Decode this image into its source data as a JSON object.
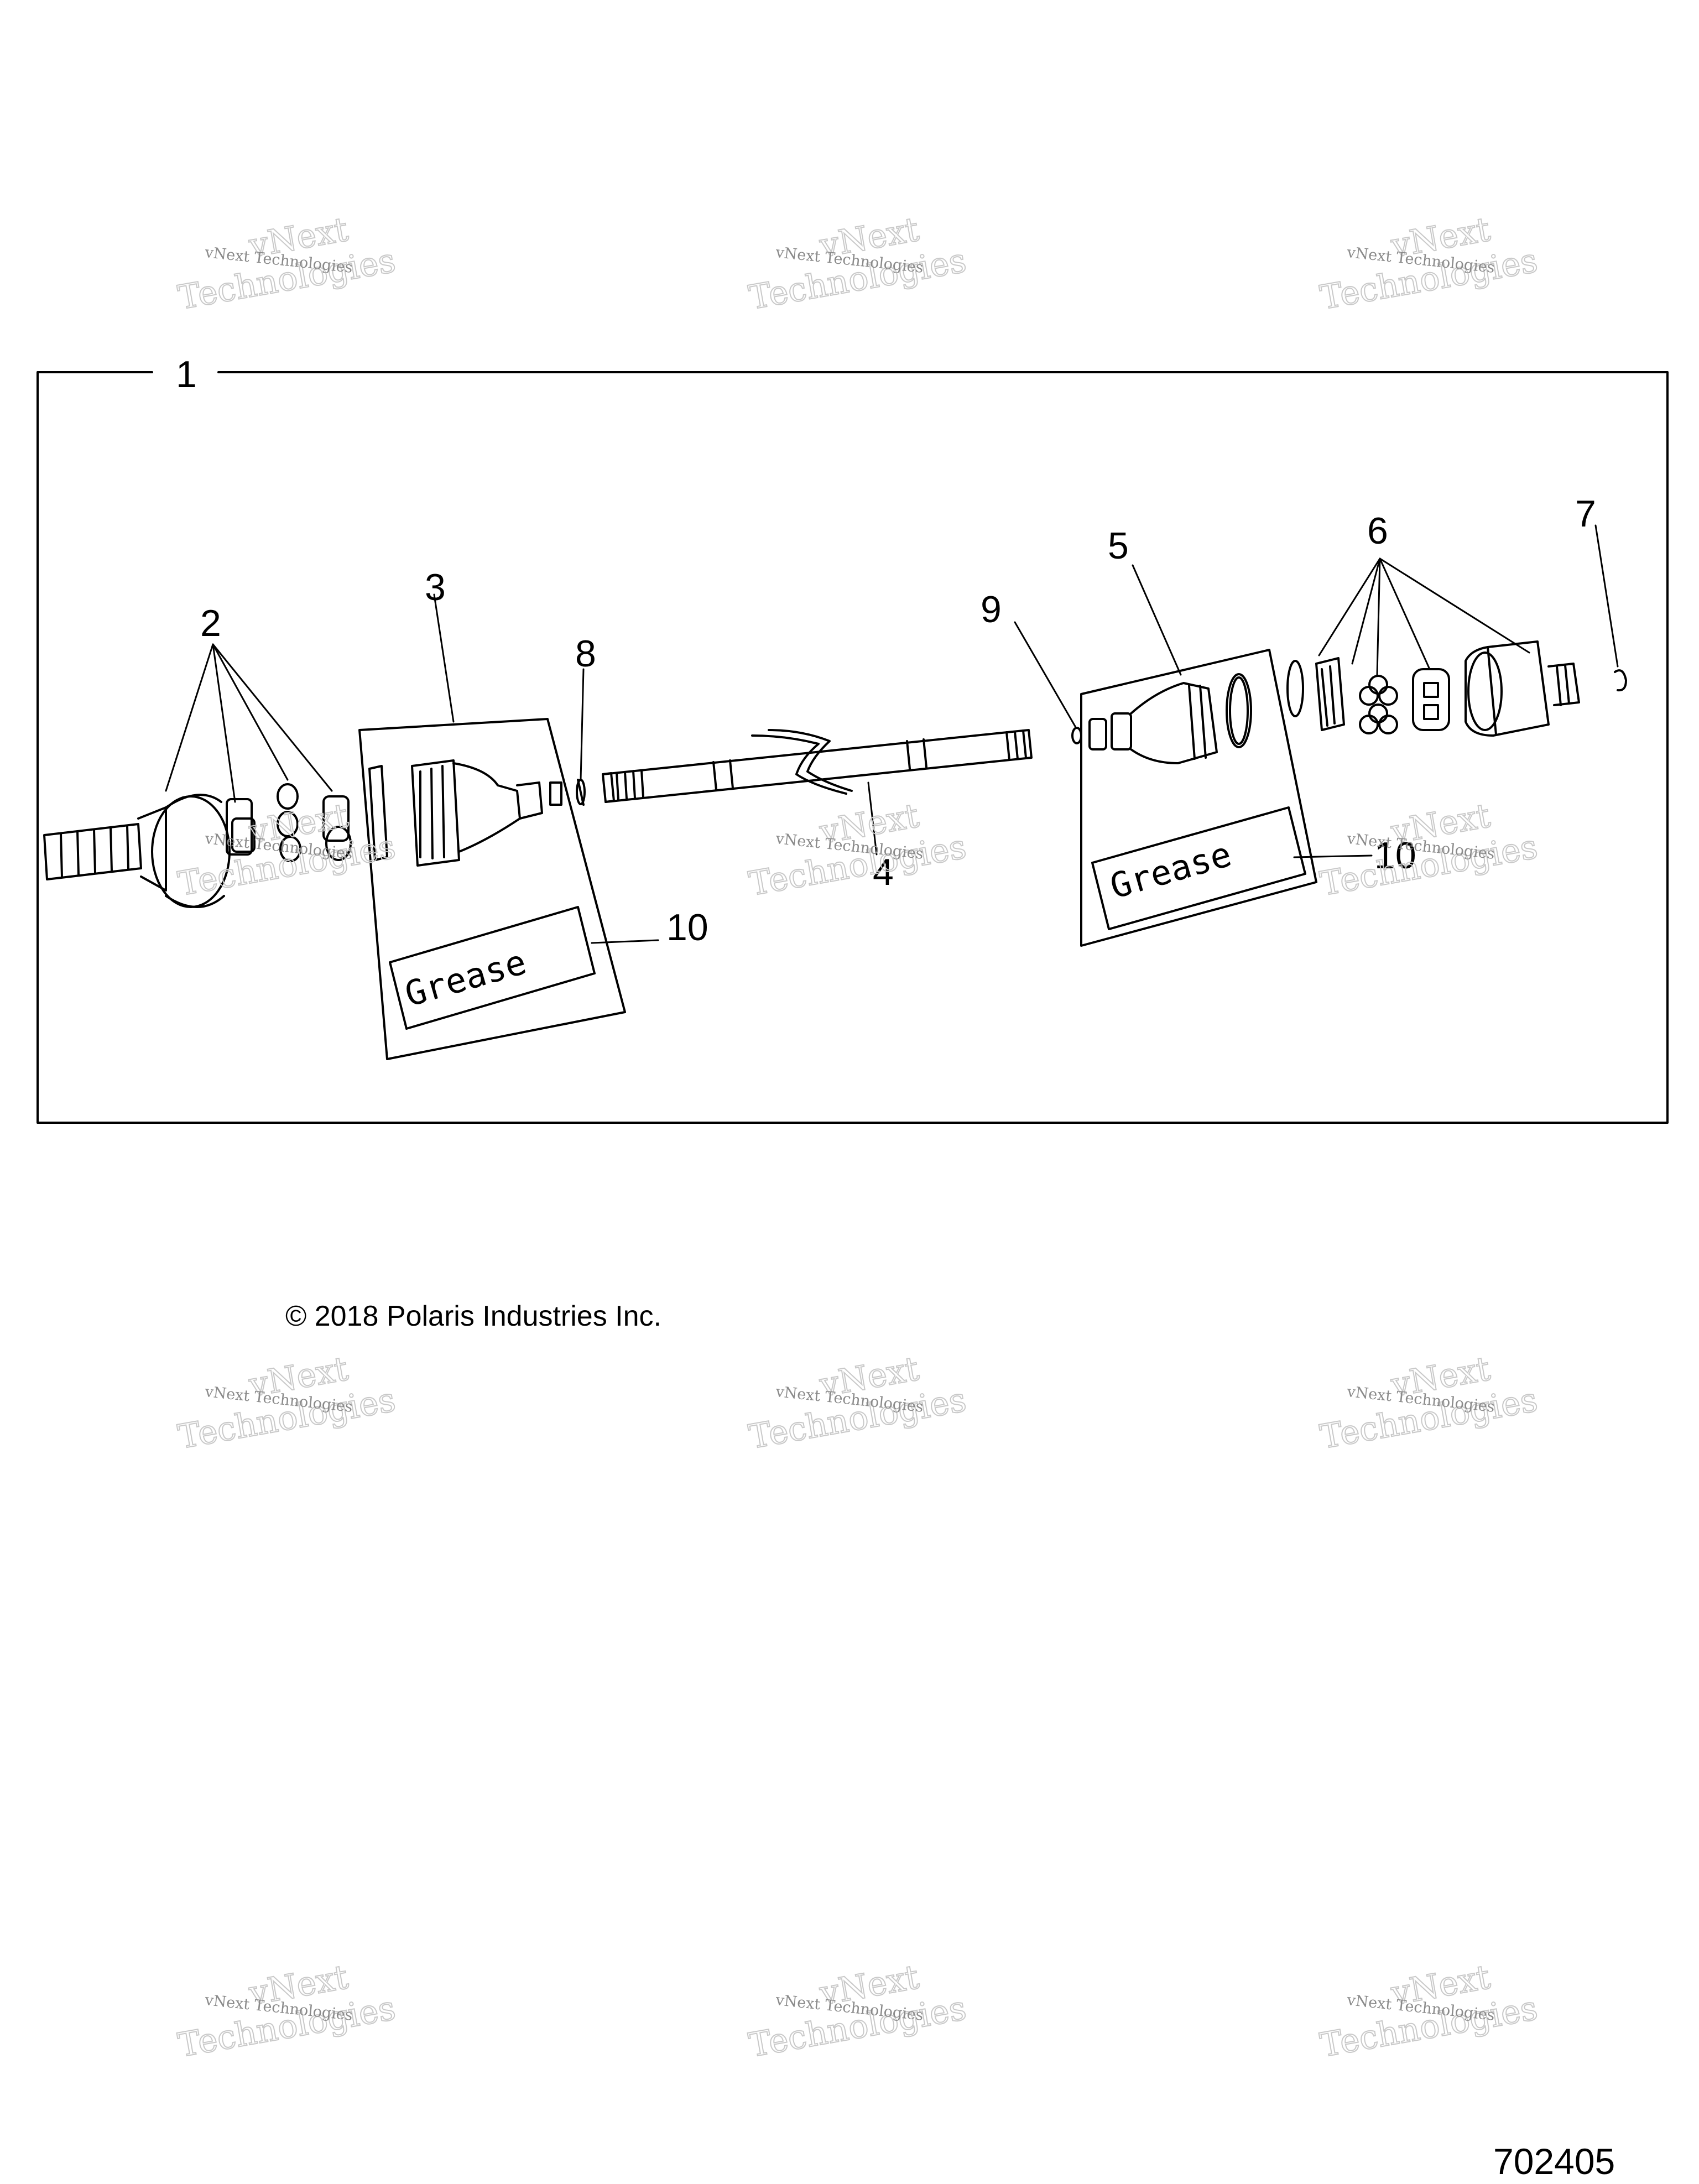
{
  "callouts": [
    "1",
    "2",
    "3",
    "4",
    "5",
    "6",
    "7",
    "8",
    "9",
    "10",
    "10"
  ],
  "grease_labels": [
    "Grease",
    "Grease"
  ],
  "watermark": {
    "line1": "vNext",
    "line2": "Technologies",
    "small": "vNext Technologies"
  },
  "copyright": "© 2018 Polaris Industries Inc.",
  "figure_id": "702405"
}
